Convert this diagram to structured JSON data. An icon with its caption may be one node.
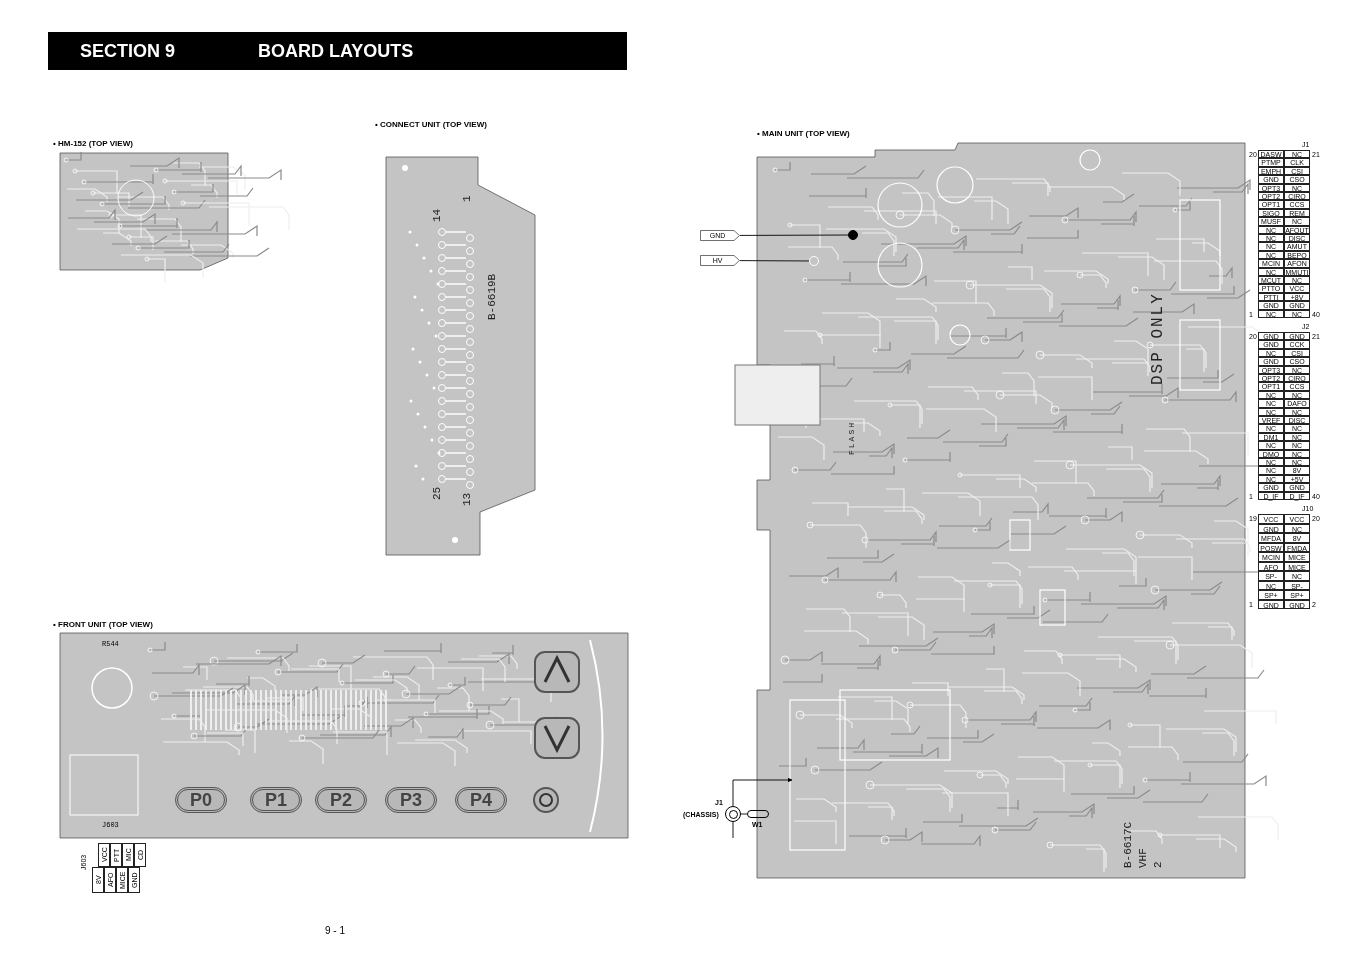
{
  "diagram": {
    "title": "BOARD LAYOUTS",
    "nodes": [
      {
        "text": [
          "GND"
        ]
      },
      {
        "text": [
          "HV"
        ]
      },
      {
        "text": [],
        "shape": "circle"
      },
      {
        "text": [],
        "shape": "circle"
      },
      {
        "text": [],
        "shape": "circle",
        "beside": [
          "J1",
          "(CHASSIS)"
        ]
      },
      {
        "text": [],
        "shape": "oval",
        "beside": [
          "W1"
        ]
      },
      {
        "text": [
          "P0"
        ]
      },
      {
        "text": [
          "P1"
        ]
      },
      {
        "text": [
          "P2"
        ]
      },
      {
        "text": [
          "P3"
        ]
      },
      {
        "text": [
          "P4"
        ]
      }
    ],
    "edges": [
      {
        "from": 0,
        "to": 2,
        "arrow": "none"
      },
      {
        "from": 1,
        "to": 3,
        "arrow": "none"
      },
      {
        "from": 4,
        "to": 5,
        "arrow": "none"
      },
      {
        "from": 4,
        "to": null,
        "arrow": "to"
      },
      {
        "from": 4,
        "to": null,
        "arrow": "none"
      }
    ],
    "labels": [
      "SECTION 9",
      "• HM-152 (TOP VIEW)",
      "• CONNECT UNIT (TOP VIEW)",
      "• MAIN UNIT (TOP VIEW)",
      "14",
      "1",
      "B-6619B",
      "25",
      "13",
      "J1",
      "20",
      "DASW",
      "NC",
      "21",
      "PTMP",
      "CLK",
      "EMPH",
      "CSI",
      "GND",
      "CSO",
      "OPT3",
      "NC",
      "OPT2",
      "CIRQ",
      "OPT1",
      "CCS",
      "SIGO",
      "REM",
      "MUSF",
      "NC",
      "NC",
      "AFOUT",
      "NC",
      "DISC",
      "NC",
      "AMUT",
      "NC",
      "BEPO",
      "MCIN",
      "AFON",
      "NC",
      "MMUTI",
      "MCUT",
      "NC",
      "PTTO",
      "VCC",
      "PTTI",
      "+8V",
      "GND",
      "GND",
      "1",
      "NC",
      "NC",
      "40",
      "J2",
      "20",
      "GND",
      "GND",
      "21",
      "GND",
      "CCK",
      "NC",
      "CSI",
      "GND",
      "CSO",
      "OPT3",
      "NC",
      "OPT2",
      "CIRQ",
      "OPT1",
      "CCS",
      "NC",
      "NC",
      "NC",
      "DAFO",
      "NC",
      "NC",
      "VREF",
      "DISC",
      "NC",
      "NC",
      "DM1",
      "NC",
      "NC",
      "NC",
      "DMO",
      "NC",
      "NC",
      "NC",
      "NC",
      "8V",
      "NC",
      "+5V",
      "GND",
      "GND",
      "1",
      "D_IF",
      "D_IF",
      "40",
      "J10",
      "19",
      "VCC",
      "VCC",
      "20",
      "GND",
      "NC",
      "MFDA",
      "8V",
      "POSW",
      "FMDA",
      "MCIN",
      "MICE",
      "AFO",
      "MICE",
      "SP-",
      "NC",
      "NC",
      "SP-",
      "SP+",
      "SP+",
      "1",
      "GND",
      "GND",
      "2",
      "DSP ONLY",
      "FLASH",
      "B-6617C",
      "VHF",
      "2",
      "• FRONT UNIT (TOP VIEW)",
      "R544",
      "J603",
      "J603",
      "VCC",
      "PTT",
      "MIC",
      "CD",
      "8V",
      "AFO",
      "MICE",
      "GND",
      "9 - 1"
    ]
  }
}
